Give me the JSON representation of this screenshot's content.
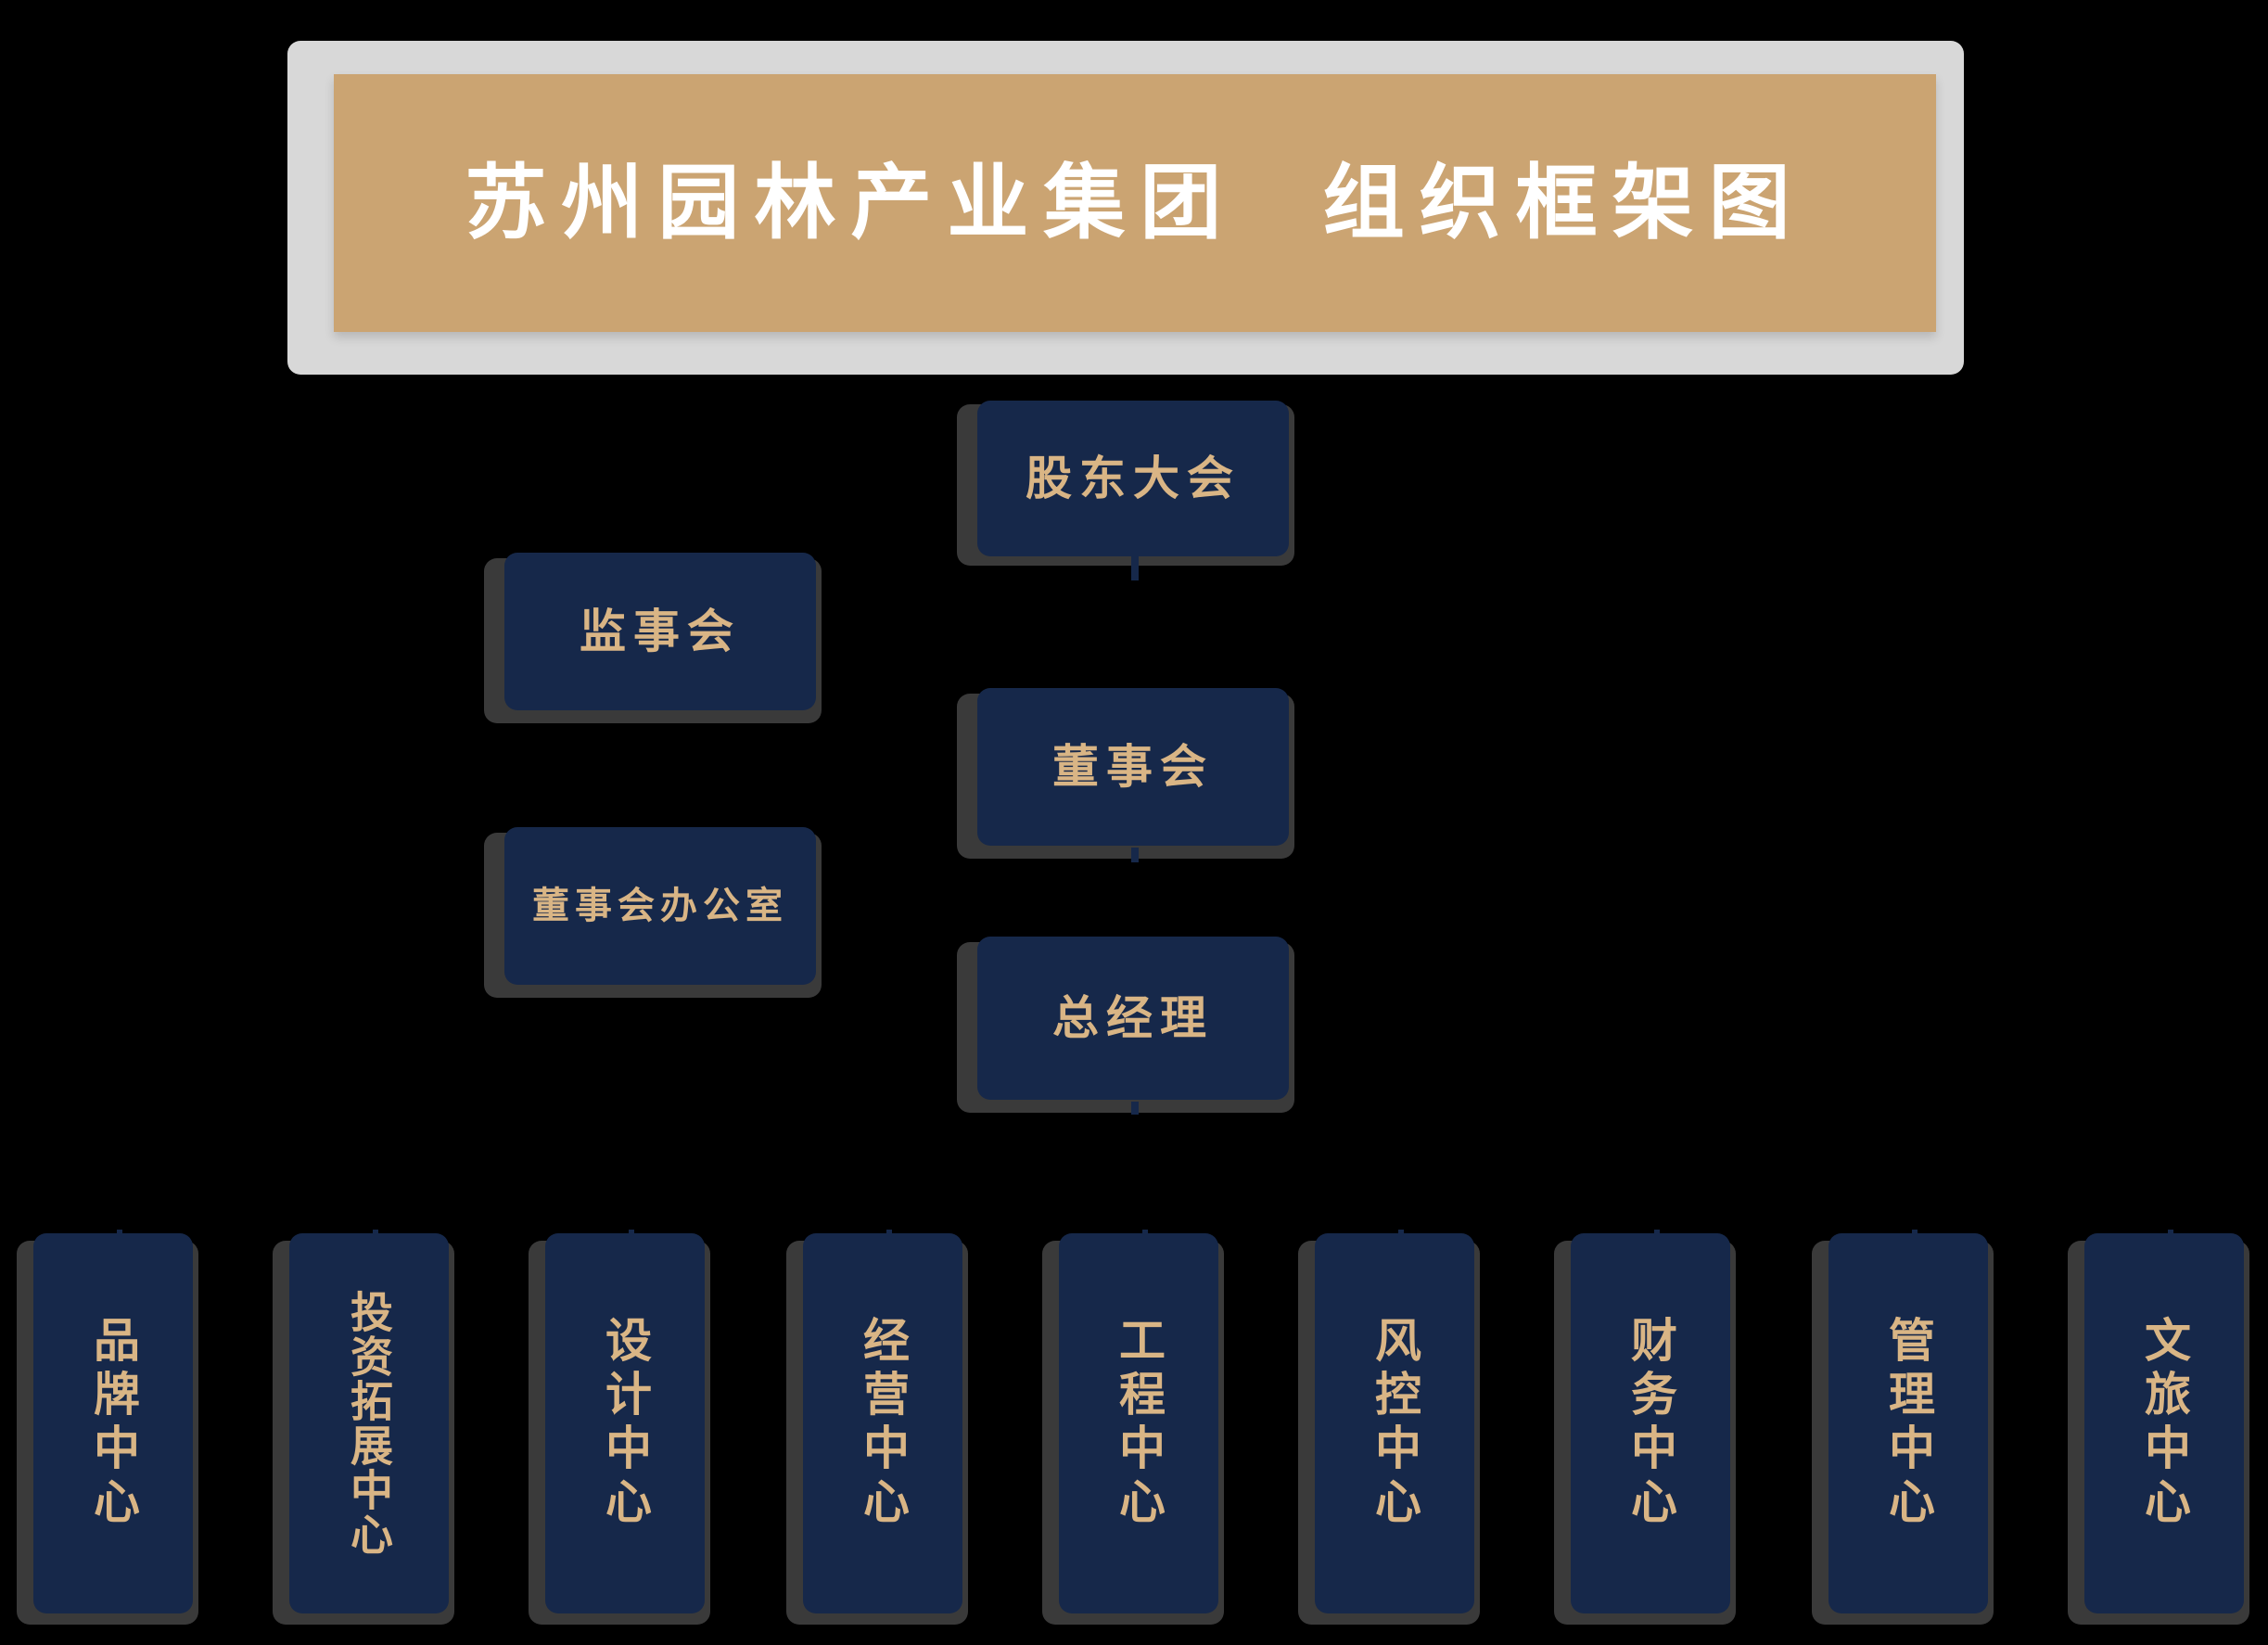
{
  "title": "苏州园林产业集团  组织框架图",
  "nodes": {
    "shareholders": "股东大会",
    "supervisors": "监事会",
    "board": "董事会",
    "board_office": "董事会办公室",
    "general_manager": "总经理"
  },
  "centers": [
    "品牌中心",
    "投资拓展中心",
    "设计中心",
    "经营中心",
    "工程中心",
    "风控中心",
    "财务中心",
    "管理中心",
    "文旅中心"
  ],
  "colors": {
    "background": "#000000",
    "title_fill": "#cba472",
    "title_frame": "#d8d8d8",
    "node_fill": "#16284a",
    "node_text": "#d9b585",
    "title_text": "#ffffff"
  }
}
